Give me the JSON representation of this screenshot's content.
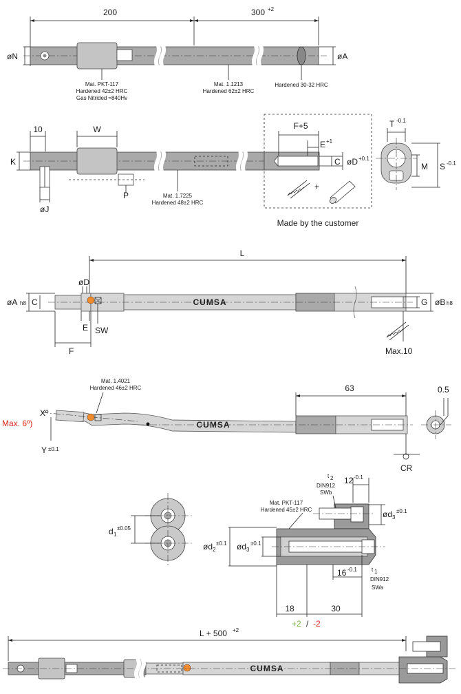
{
  "section1": {
    "dim_200": "200",
    "dim_300": "300",
    "dim_300_tol": "+2",
    "label_oN": "øN",
    "label_oA": "øA",
    "mat_block": [
      "Mat. PKT-117",
      "Hardened 42±2 HRC",
      "Gas Nitrided ≈840Hv"
    ],
    "mat_rod": [
      "Mat. 1.1213",
      "Hardened 62±2 HRC"
    ],
    "mat_end": "Hardened 30-32 HRC"
  },
  "section2": {
    "dim_10": "10",
    "dim_W": "W",
    "label_K": "K",
    "label_oJ": "øJ",
    "label_P": "P",
    "mat_rod": [
      "Mat. 1.7225",
      "Hardened 48±2 HRC"
    ],
    "dim_F5": "F+5",
    "dim_E": "E",
    "dim_E_tol": "+1",
    "label_C": "C",
    "label_oD": "øD",
    "label_oD_tol": "+0.1",
    "customer_note": "Made by the customer",
    "dim_T": "T",
    "dim_T_tol": "-0.1",
    "label_M": "M",
    "label_S": "S",
    "label_S_tol": "-0.1"
  },
  "section3": {
    "dim_L": "L",
    "label_oD": "øD",
    "label_oA": "øA",
    "label_oA_tol": "h8",
    "label_C": "C",
    "label_E": "E",
    "label_SW": "SW",
    "label_F": "F",
    "brand": "CUMSA",
    "label_G": "G",
    "label_oB": "øB",
    "label_oB_tol": "h8",
    "label_max10": "Max.10"
  },
  "section4": {
    "mat": [
      "Mat. 1.4021",
      "Hardened 46±2  HRC"
    ],
    "label_X": "Xº",
    "label_max6": "Max. 6º)",
    "label_Y": "Y",
    "label_Y_tol": "±0.1",
    "brand": "CUMSA",
    "dim_63": "63",
    "dim_05": "0.5",
    "label_CR": "CR"
  },
  "section5": {
    "label_d1": "d",
    "label_d1_sub": "1",
    "label_d1_tol": "±0.05",
    "label_t2": "t",
    "label_t2_sub": "2",
    "din_top": [
      "DIN912",
      "SWb"
    ],
    "dim_12": "12",
    "dim_12_tol": "-0.1",
    "mat": [
      "Mat. PKT-117",
      "Hardened 45±2 HRC"
    ],
    "label_d3": "ød",
    "label_d3_sub": "3",
    "label_d3_tol": "±0.1",
    "label_d2": "ød",
    "label_d2_sub": "2",
    "label_d2_tol": "±0.1",
    "dim_16": "16",
    "dim_16_tol": "-0.1",
    "label_t1": "t",
    "label_t1_sub": "1",
    "din_bot": [
      "DIN912",
      "SWa"
    ],
    "dim_18": "18",
    "dim_30": "30",
    "tol_plus2": "+2",
    "tol_sep": "/",
    "tol_minus2": "-2"
  },
  "section6": {
    "dim_L500": "L + 500",
    "dim_L500_tol": "+2",
    "brand": "CUMSA"
  },
  "colors": {
    "marker_orange": "#f08c2e",
    "max_red": "#d9261c",
    "tol_green": "#7ab648",
    "tol_red": "#d9261c"
  }
}
